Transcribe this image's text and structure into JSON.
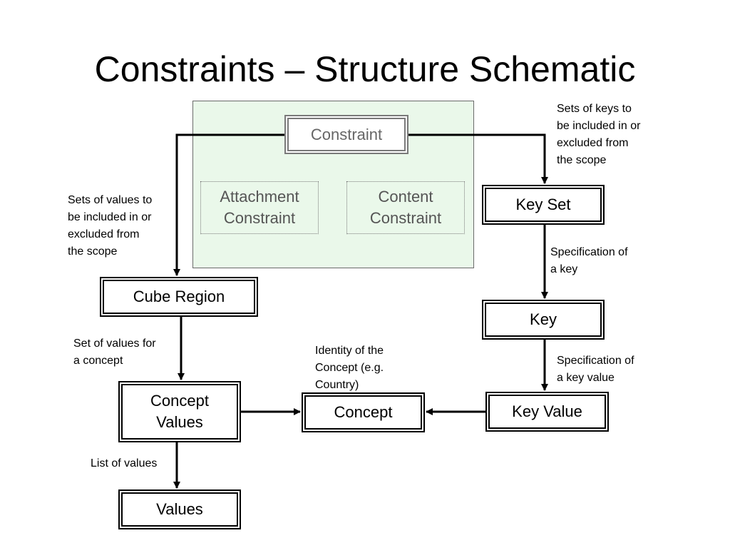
{
  "title": "Constraints – Structure Schematic",
  "nodes": {
    "constraint": "Constraint",
    "attachment_constraint": "Attachment\nConstraint",
    "content_constraint": "Content\nConstraint",
    "key_set": "Key Set",
    "cube_region": "Cube Region",
    "key": "Key",
    "concept_values": "Concept\nValues",
    "concept": "Concept",
    "key_value": "Key Value",
    "values": "Values"
  },
  "annotations": {
    "keys_scope": "Sets of keys to\nbe included in or\nexcluded from\nthe scope",
    "values_scope": "Sets of values to\nbe included in or\nexcluded from\nthe scope",
    "spec_key": "Specification of\na key",
    "spec_key_value": "Specification of\na key value",
    "values_for_concept": "Set of values for\na concept",
    "identity_concept": "Identity of the\nConcept (e.g.\nCountry)",
    "list_values": "List of values"
  },
  "colors": {
    "group_fill": "#eaf8ea",
    "grey_text": "#666666"
  }
}
